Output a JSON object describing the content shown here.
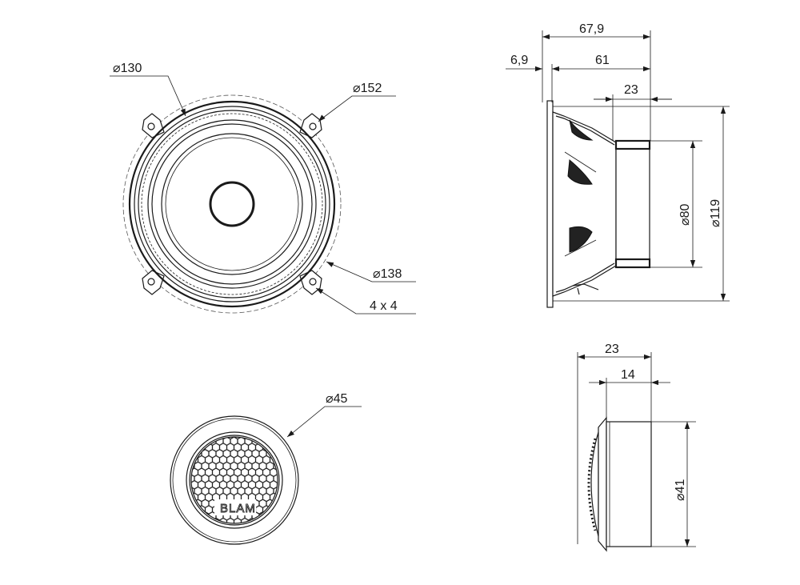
{
  "woofer_front": {
    "dia_130": "130",
    "dia_152": "152",
    "dia_138": "138",
    "holes": "4 x 4"
  },
  "woofer_side": {
    "depth_total": "67,9",
    "flange": "6,9",
    "depth_basket": "61",
    "magnet_depth": "23",
    "dia_80": "80",
    "dia_119": "119"
  },
  "tweeter_front": {
    "dia_45": "45",
    "logo": "BLAM"
  },
  "tweeter_side": {
    "depth_total": "23",
    "depth_body": "14",
    "dia_41": "41"
  },
  "symbols": {
    "diameter": "⌀"
  },
  "colors": {
    "line": "#1a1a1a",
    "background": "#ffffff"
  }
}
